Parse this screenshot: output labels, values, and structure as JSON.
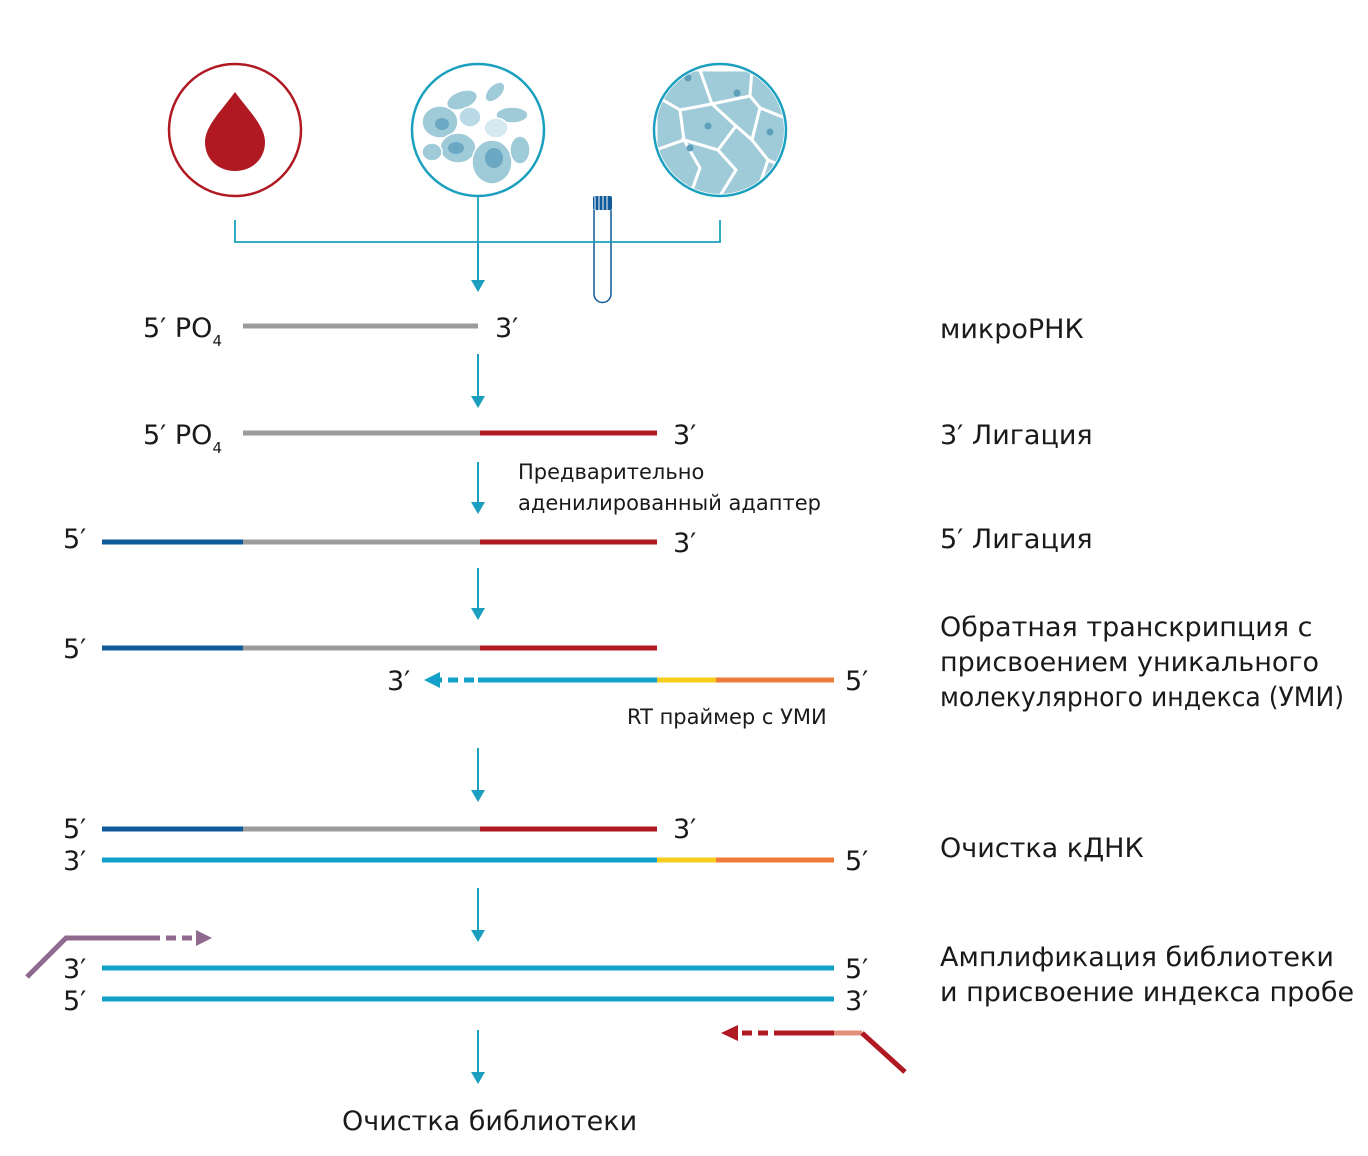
{
  "colors": {
    "blood_red": "#b01822",
    "teal": "#1aa0be",
    "cell_fill": "#9fcad8",
    "cell_dark": "#5d9fbb",
    "gray_strand": "#9b9b9b",
    "red_strand": "#b01822",
    "blue_strand": "#0f5a99",
    "cyan_strand": "#11a0c8",
    "yellow_umi": "#f5cd1a",
    "orange_umi": "#ef7b3b",
    "purple_primer": "#8f6a8e",
    "salmon_index": "#e0907a",
    "arrow": "#1aa0be"
  },
  "icons": {
    "blood": "blood-drop-icon",
    "cells": "cells-icon",
    "tissue": "tissue-icon",
    "tube": "test-tube-icon"
  },
  "ends": {
    "five_prime": "5′",
    "three_prime": "3′",
    "po4_prefix": "5′ PO",
    "po4_sub": "4"
  },
  "steps": [
    {
      "label": "микроРНК"
    },
    {
      "label": "3′ Лигация"
    },
    {
      "label": "5′ Лигация"
    },
    {
      "label_lines": [
        "Обратная транскрипция с",
        "присвоением уникального",
        "молекулярного индекса (УМИ)"
      ]
    },
    {
      "label": "Очистка кДНК"
    },
    {
      "label_lines": [
        "Амплификация библиотеки",
        "и присвоение индекса пробе"
      ]
    }
  ],
  "annotations": {
    "adapter_lines": [
      "Предварительно",
      "аденилированный адаптер"
    ],
    "rt_primer": "RT праймер с УМИ"
  },
  "final_step": "Очистка библиотеки"
}
